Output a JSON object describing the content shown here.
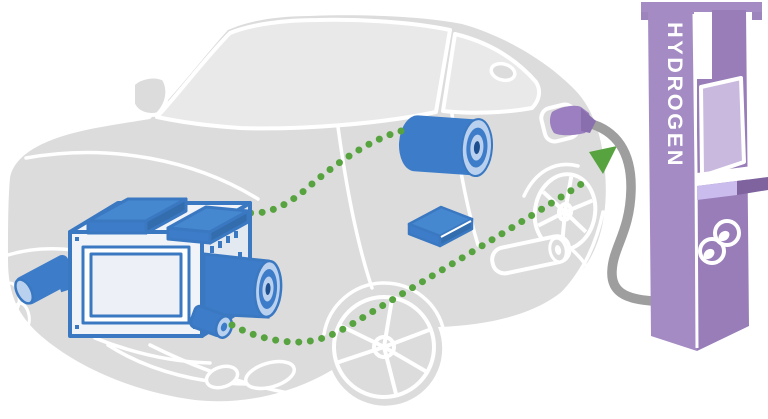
{
  "station": {
    "label": "HYDROGEN"
  },
  "colors": {
    "car_body": "#dcdcdc",
    "glass": "#e9e9e9",
    "outline_white": "#ffffff",
    "component_blue": "#3d7cc9",
    "component_blue_stroke": "#3a78c2",
    "component_blue_light": "#b9d1ee",
    "component_blue_dark": "#1e4f8f",
    "flow_green": "#57a33f",
    "station_purple": "#a48bc4",
    "station_purple_side": "#987db9",
    "station_purple_dark": "#7e639f",
    "station_screen": "#c9b9df",
    "station_shelf_front": "#cabced",
    "nozzle_purple": "#9b7fc0",
    "hose_gray": "#9e9e9e"
  },
  "components": {
    "vehicle": "car-silhouette",
    "powertrain": "fuel-cell-stack",
    "storage": "hydrogen-tank",
    "energy": "battery-pack",
    "dispenser": "hydrogen-dispenser",
    "hose": "dispenser-hose",
    "nozzle": "fuel-nozzle",
    "molecule": "h2-molecule-icon"
  },
  "flows": [
    {
      "name": "tank-to-fuel-cell",
      "style": "green-dotted-arrow"
    },
    {
      "name": "fuel-line-to-nozzle",
      "style": "green-dotted-arrow"
    }
  ]
}
